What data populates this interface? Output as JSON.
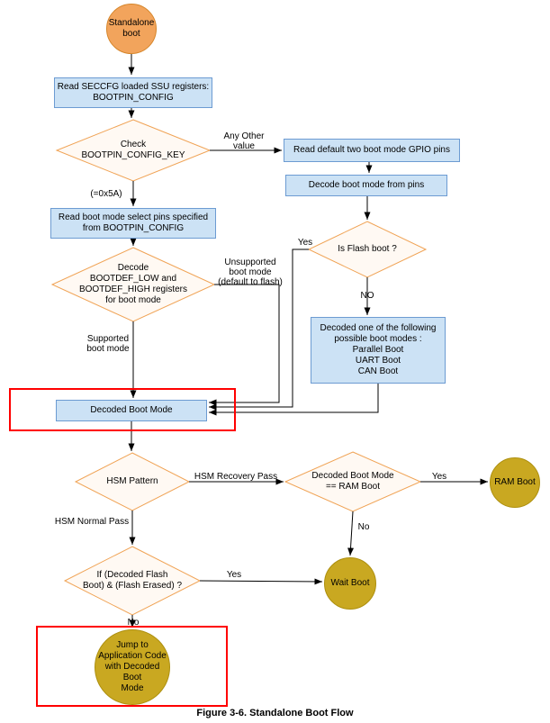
{
  "figure": {
    "caption": "Figure 3-6. Standalone Boot Flow"
  },
  "colors": {
    "terminator_fill": "#F2A45C",
    "terminator_stroke": "#D6862B",
    "process_fill": "#CCE2F5",
    "process_stroke": "#6C9BD2",
    "decision_fill": "#FFF9F3",
    "decision_stroke": "#F0A355",
    "end_fill": "#C9A821",
    "end_stroke": "#AD8F0E",
    "highlight_stroke": "#FF0000",
    "arrow": "#000000"
  },
  "nodes": {
    "standalone_boot": "Standalone\nboot",
    "read_seccfg": "Read SECCFG loaded SSU registers:\nBOOTPIN_CONFIG",
    "check_bootpin": "Check\nBOOTPIN_CONFIG_KEY",
    "read_default_gpio": "Read default two boot mode GPIO pins",
    "decode_from_pins": "Decode boot mode from pins",
    "is_flash_boot": "Is Flash boot ?",
    "decoded_possible": "Decoded one of the following\npossible boot modes :\nParallel Boot\nUART Boot\nCAN Boot",
    "read_boot_mode_pins": "Read boot mode select pins specified\nfrom BOOTPIN_CONFIG",
    "decode_bootdef": "Decode\nBOOTDEF_LOW and\nBOOTDEF_HIGH registers\nfor boot mode",
    "decoded_boot_mode": "Decoded Boot Mode",
    "hsm_pattern": "HSM Pattern",
    "decoded_ram": "Decoded Boot Mode\n== RAM Boot",
    "ram_boot": "RAM Boot",
    "wait_boot": "Wait Boot",
    "if_decoded_flash": "If (Decoded Flash\nBoot) & (Flash Erased) ?",
    "jump_app": "Jump to\nApplication Code\nwith Decoded Boot\nMode"
  },
  "edge_labels": {
    "any_other_value": "Any Other\nvalue",
    "eq_0x5a": "(=0x5A)",
    "unsupported": "Unsupported\nboot mode\n(default to flash)",
    "supported": "Supported\nboot mode",
    "yes_flash": "Yes",
    "no_flash": "NO",
    "hsm_recovery": "HSM Recovery Pass",
    "hsm_normal": "HSM Normal Pass",
    "yes_ram": "Yes",
    "no_ram": "No",
    "yes_erased": "Yes",
    "no_erased": "No"
  }
}
